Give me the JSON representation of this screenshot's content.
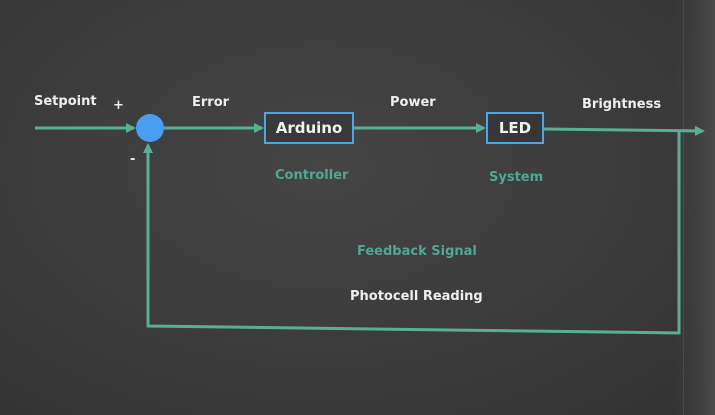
{
  "diagram": {
    "title": "",
    "colors": {
      "line": "#5aae97",
      "block_border": "#4aa6e8",
      "summing_junction": "#4a9ef0",
      "text_primary": "#eeeeee",
      "text_secondary": "#4fa894"
    },
    "signals": {
      "setpoint": "Setpoint",
      "error": "Error",
      "power": "Power",
      "brightness": "Brightness",
      "plus_sign": "+",
      "minus_sign": "-"
    },
    "blocks": {
      "controller": {
        "label": "Arduino",
        "role": "Controller"
      },
      "system": {
        "label": "LED",
        "role": "System"
      }
    },
    "feedback": {
      "label": "Feedback Signal",
      "description": "Photocell Reading"
    }
  }
}
